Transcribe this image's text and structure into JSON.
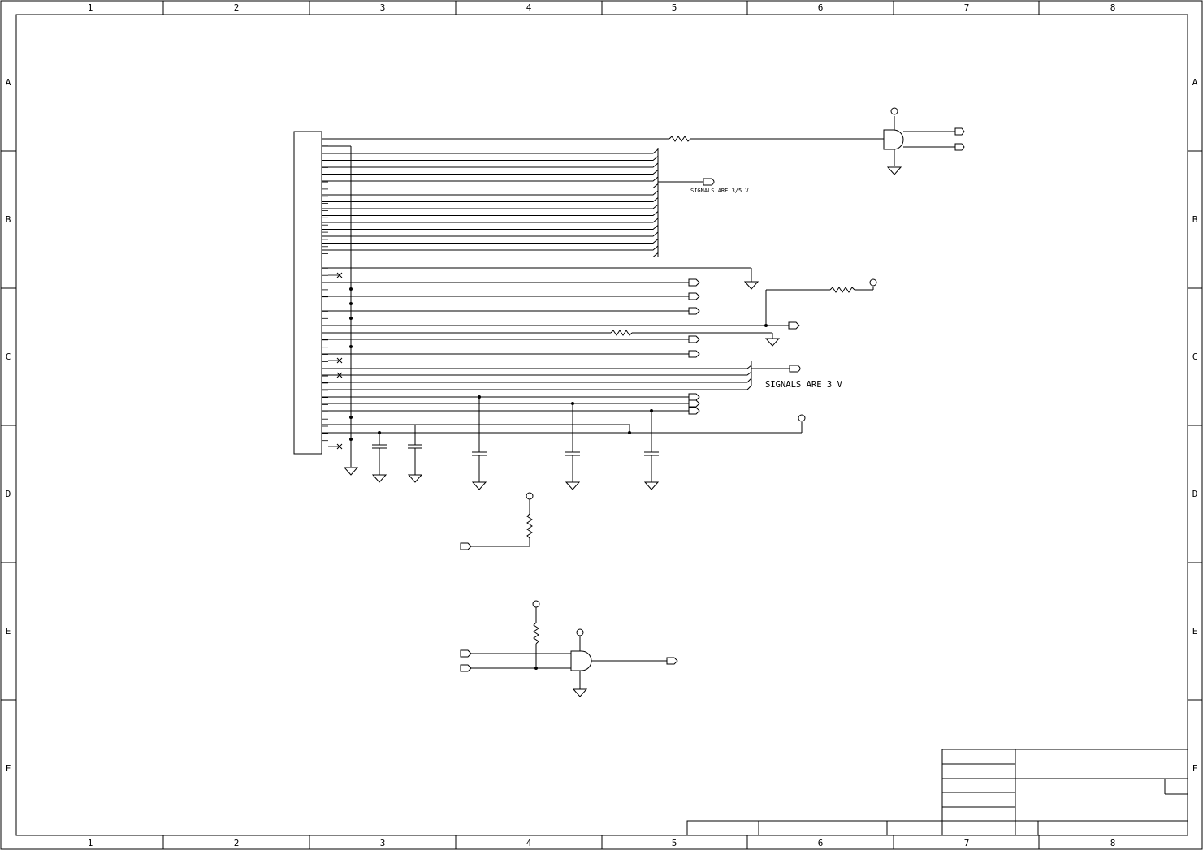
{
  "frame": {
    "columns": [
      "1",
      "2",
      "3",
      "4",
      "5",
      "6",
      "7",
      "8"
    ],
    "rows": [
      "A",
      "B",
      "C",
      "D",
      "E",
      "F"
    ]
  },
  "annotations": {
    "signals_35v": "SIGNALS ARE 3/5 V",
    "signals_3v": "SIGNALS ARE 3 V"
  },
  "colors": {
    "ink": "#000000",
    "paper": "#ffffff"
  }
}
